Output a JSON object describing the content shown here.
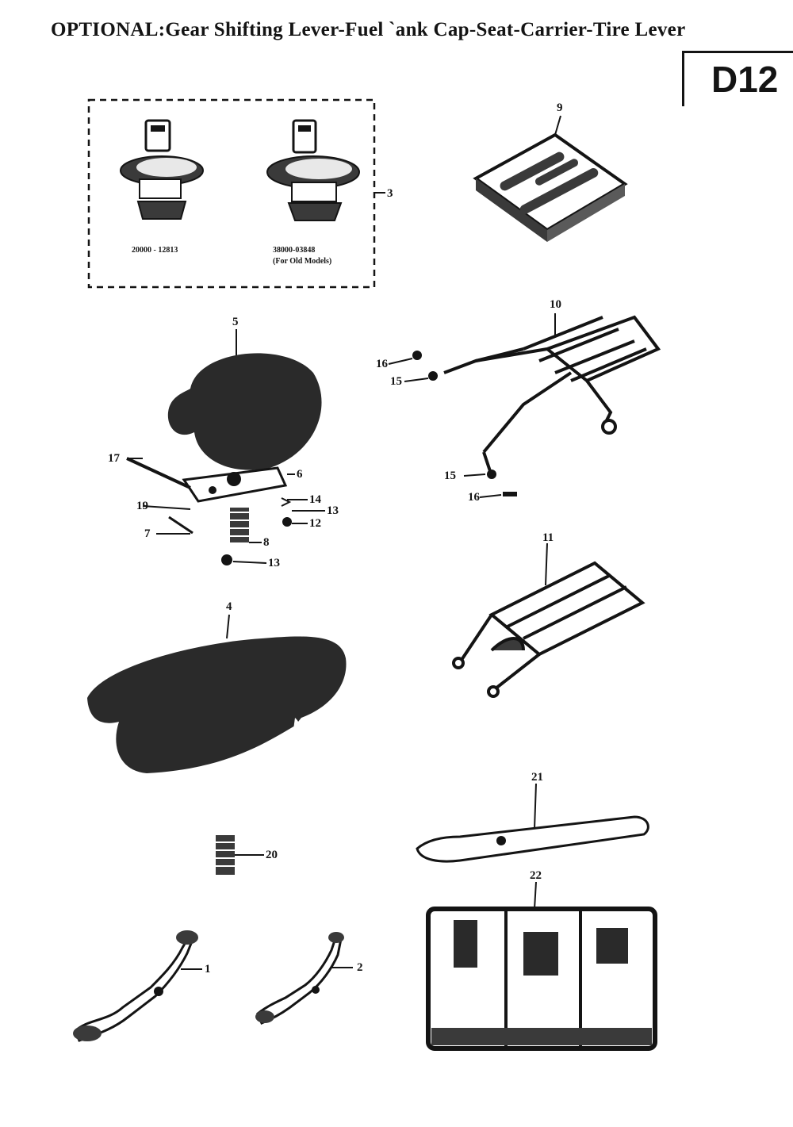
{
  "header": {
    "title": "OPTIONAL:Gear Shifting Lever-Fuel `ank Cap-Seat-Carrier-Tire Lever",
    "plate_id": "D12"
  },
  "callouts": {
    "c1": "1",
    "c2": "2",
    "c3": "3",
    "c4": "4",
    "c5": "5",
    "c6": "6",
    "c7": "7",
    "c8": "8",
    "c9": "9",
    "c10": "10",
    "c11": "11",
    "c12": "12",
    "c13a": "13",
    "c13b": "13",
    "c14": "14",
    "c15a": "15",
    "c15b": "15",
    "c16a": "16",
    "c16b": "16",
    "c17": "17",
    "c19": "19",
    "c20": "20",
    "c21": "21",
    "c22": "22"
  },
  "fuel_caps": {
    "left_part_number": "20000 - 12813",
    "right_part_number": "38000-03848",
    "right_note": "(For Old Models)"
  },
  "colors": {
    "ink": "#141414",
    "paper": "#ffffff",
    "shade": "#3a3a3a"
  }
}
